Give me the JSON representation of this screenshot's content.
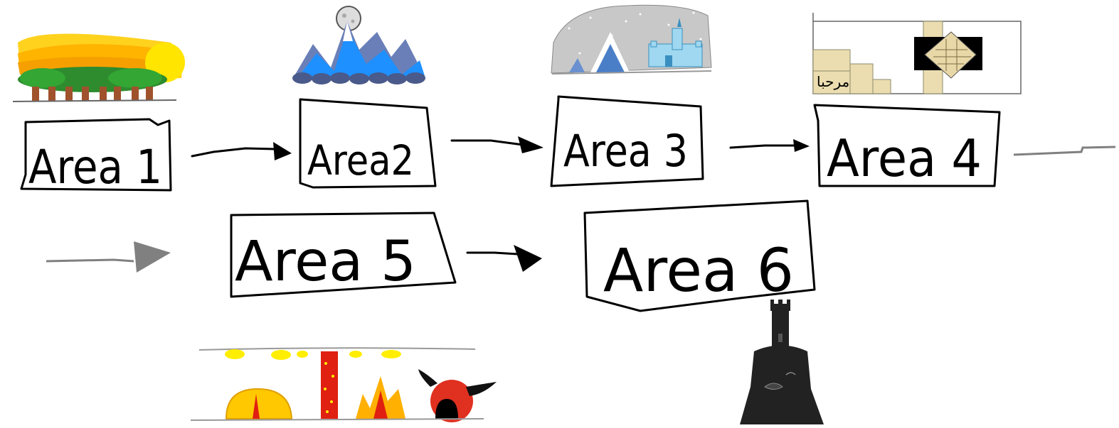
{
  "areas": [
    {
      "id": "area1",
      "label": "Area 1",
      "scene": "sunny-forest"
    },
    {
      "id": "area2",
      "label": "Area2",
      "scene": "ice-mountains-moon"
    },
    {
      "id": "area3",
      "label": "Area 3",
      "scene": "snow-castle-cave"
    },
    {
      "id": "area4",
      "label": "Area 4",
      "scene": "desert-temple-map"
    },
    {
      "id": "area5",
      "label": "Area 5",
      "scene": "lava-cavern"
    },
    {
      "id": "area6",
      "label": "Area 6",
      "scene": "dark-tower"
    }
  ],
  "arrows": [
    {
      "from": "area1",
      "to": "area2"
    },
    {
      "from": "area2",
      "to": "area3"
    },
    {
      "from": "area3",
      "to": "area4"
    },
    {
      "from": "area4",
      "to": "area5",
      "style": "grey-continuation"
    },
    {
      "from": "area5",
      "to": "area6"
    }
  ],
  "scene_text": {
    "area4_sign": "مرحبا"
  },
  "colors": {
    "ink": "#000000",
    "continuation_arrow": "#808080",
    "sun": "#FFE500",
    "ice": "#1E90FF",
    "lava": "#E03010",
    "tower": "#222222"
  }
}
